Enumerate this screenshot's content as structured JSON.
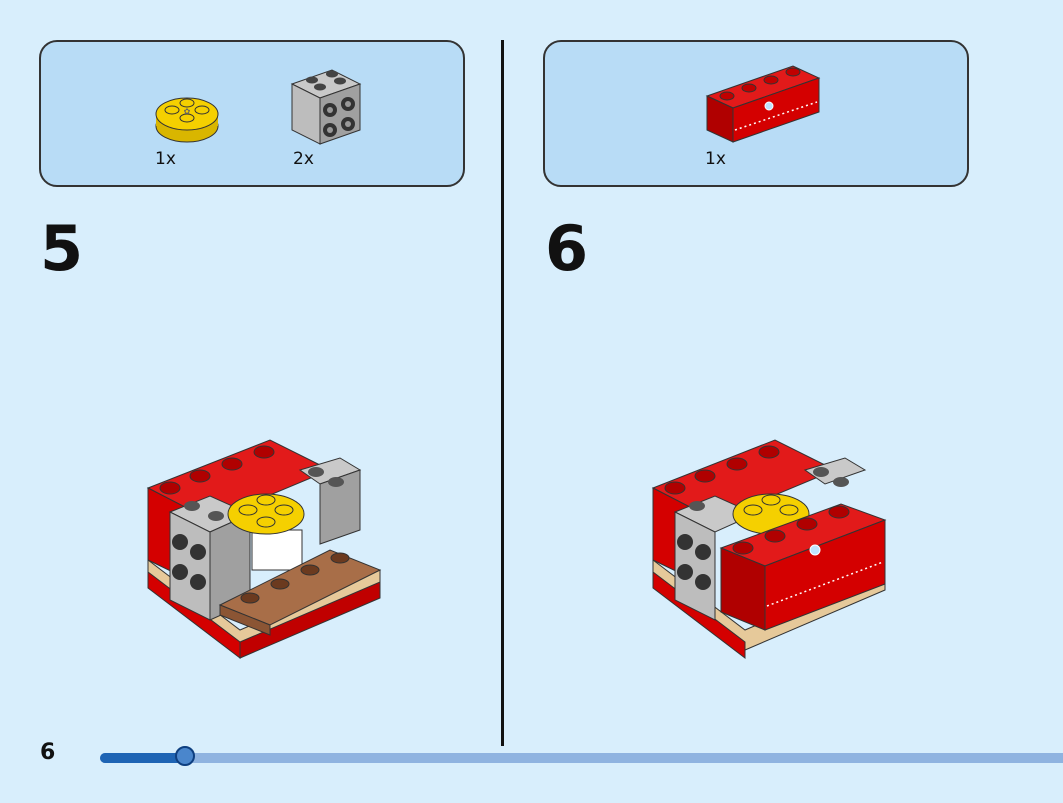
{
  "page": {
    "number": "6"
  },
  "progress": {
    "fraction": 0.088
  },
  "steps": [
    {
      "number": "5",
      "parts": [
        {
          "icon": "yellow-round-plate-icon",
          "qty": "1x",
          "color": "#f5d000"
        },
        {
          "icon": "gray-brick-with-studs-icon",
          "qty": "2x",
          "color": "#a0a0a0"
        }
      ]
    },
    {
      "number": "6",
      "parts": [
        {
          "icon": "red-decorated-brick-icon",
          "qty": "1x",
          "color": "#d40000"
        }
      ]
    }
  ],
  "colors": {
    "background": "#d8eefc",
    "panel": "#b8dcf6",
    "red": "#d40000",
    "yellow": "#f5d000",
    "gray": "#a0a0a0",
    "tan": "#e6c99a",
    "brown": "#a86e48"
  }
}
